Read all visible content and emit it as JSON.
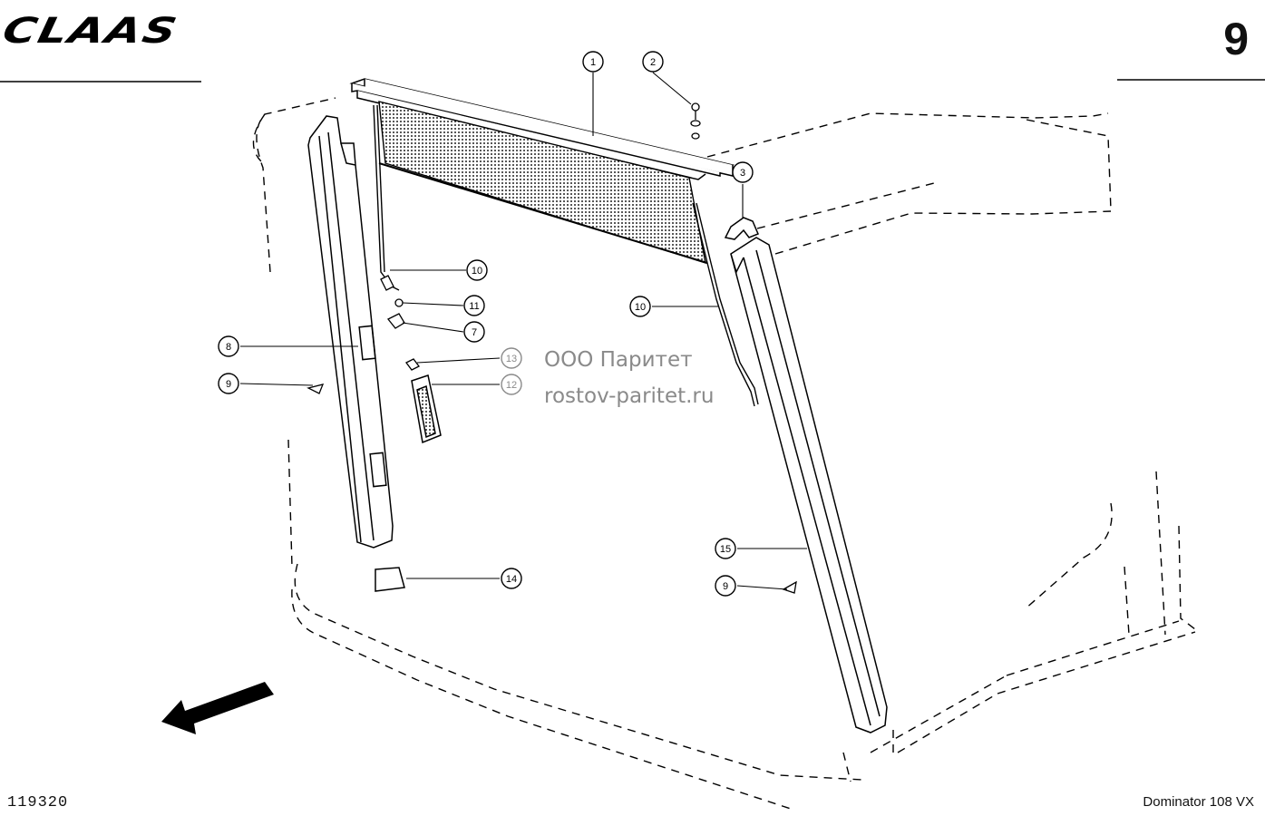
{
  "header": {
    "brand_logo_text": "CLAAS",
    "page_number": "9"
  },
  "footer": {
    "drawing_number": "119320",
    "model_name": "Dominator 108 VX"
  },
  "watermark": {
    "line1": "ООО Паритет",
    "line2": "rostov-paritet.ru"
  },
  "callouts": [
    {
      "id": "callout-1",
      "label": "1"
    },
    {
      "id": "callout-2",
      "label": "2"
    },
    {
      "id": "callout-3",
      "label": "3"
    },
    {
      "id": "callout-10-left",
      "label": "10"
    },
    {
      "id": "callout-11",
      "label": "11"
    },
    {
      "id": "callout-7",
      "label": "7"
    },
    {
      "id": "callout-8",
      "label": "8"
    },
    {
      "id": "callout-9-left",
      "label": "9"
    },
    {
      "id": "callout-13",
      "label": "13"
    },
    {
      "id": "callout-12",
      "label": "12"
    },
    {
      "id": "callout-10-right",
      "label": "10"
    },
    {
      "id": "callout-15",
      "label": "15"
    },
    {
      "id": "callout-9-right",
      "label": "9"
    },
    {
      "id": "callout-14",
      "label": "14"
    }
  ],
  "icons": {
    "direction_arrow": "forward-direction-arrow-icon"
  }
}
